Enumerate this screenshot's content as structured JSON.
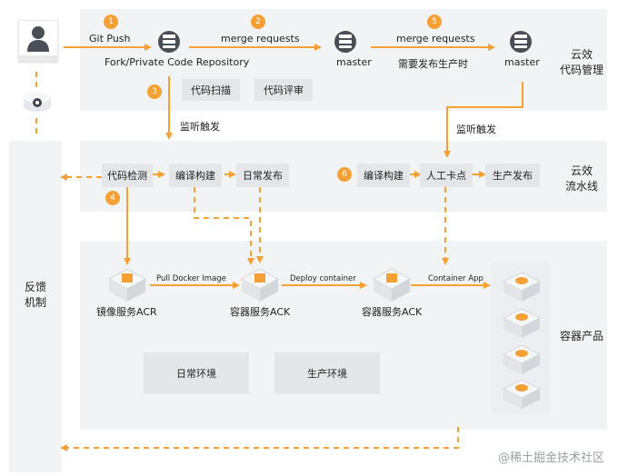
{
  "lanes": {
    "code": "云效\n代码管理",
    "pipeline": "云效\n流水线",
    "container": "容器产品",
    "feedback": "反馈\n机制"
  },
  "steps": [
    "1",
    "2",
    "3",
    "4",
    "5",
    "6"
  ],
  "code_lane": {
    "git_push": "Git Push",
    "fork_repo": "Fork/Private Code Repository",
    "merge1": "merge requests",
    "merge2": "merge requests",
    "master1": "master",
    "master2": "master",
    "release_note": "需要发布生产时",
    "scan": "代码扫描",
    "review": "代码评审"
  },
  "triggers": {
    "t1": "监听触发",
    "t2": "监听触发"
  },
  "pipeline_lane": {
    "detect": "代码检测",
    "build1": "编译构建",
    "daily": "日常发布",
    "build2": "编译构建",
    "gate": "人工卡点",
    "prod": "生产发布"
  },
  "container_lane": {
    "acr": "镜像服务ACR",
    "ack1": "容器服务ACK",
    "ack2": "容器服务ACK",
    "pull": "Pull Docker Image",
    "deploy": "Deploy container",
    "app": "Container App",
    "env_daily": "日常环境",
    "env_prod": "生产环境"
  },
  "watermark": "@稀土掘金技术社区",
  "colors": {
    "accent": "#f5a035",
    "panel": "#f2f3f5",
    "box": "#e4e6ea"
  },
  "icons": [
    "user-icon",
    "db-icon",
    "feedback-node-icon",
    "cube-icon",
    "container-app-icon"
  ]
}
